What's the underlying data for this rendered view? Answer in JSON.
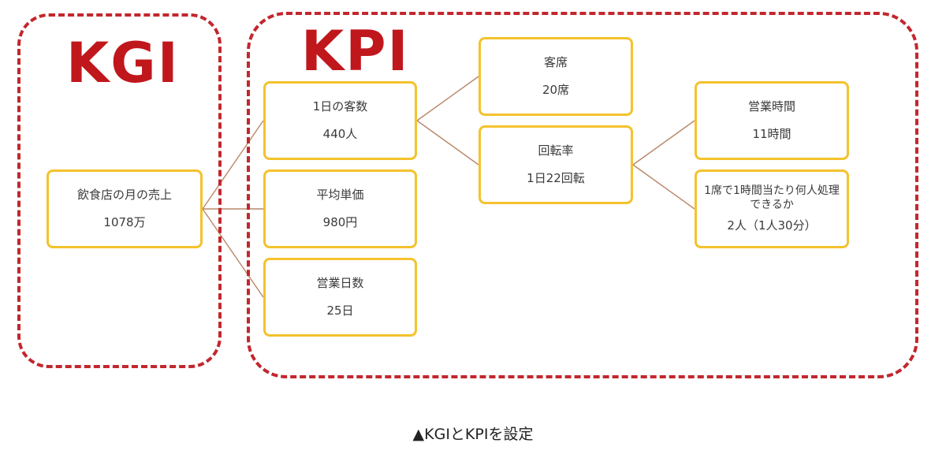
{
  "headings": {
    "kgi": "KGI",
    "kpi": "KPI"
  },
  "nodes": {
    "sales": {
      "label": "飲食店の月の売上",
      "value": "1078万"
    },
    "daily_customers": {
      "label": "1日の客数",
      "value": "440人"
    },
    "avg_price": {
      "label": "平均単価",
      "value": "980円"
    },
    "business_days": {
      "label": "営業日数",
      "value": "25日"
    },
    "seats": {
      "label": "客席",
      "value": "20席"
    },
    "turnover": {
      "label": "回転率",
      "value": "1日22回転"
    },
    "hours": {
      "label": "営業時間",
      "value": "11時間"
    },
    "per_seat_hour": {
      "label": "1席で1時間当たり何人処理できるか",
      "value": "2人（1人30分）"
    }
  },
  "caption": "▲KGIとKPIを設定",
  "colors": {
    "dashed_border": "#c1272d",
    "heading": "#c0171d",
    "node_border": "#f3c22c",
    "connector": "#b9876a"
  }
}
